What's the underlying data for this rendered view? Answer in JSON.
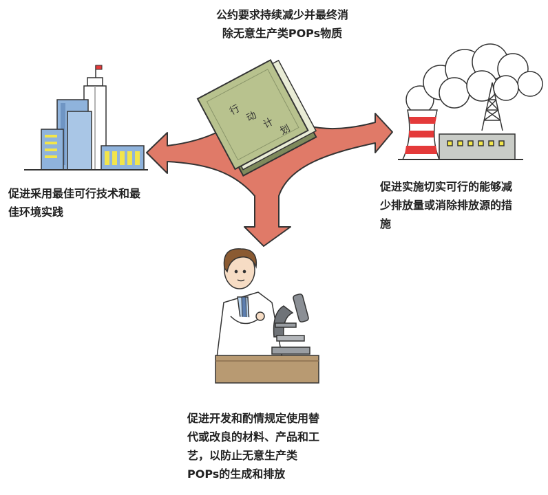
{
  "captions": {
    "top": "公约要求持续减少并最终消\n除无意生产类POPs物质",
    "left": "促进采用最佳可行技术和最\n佳环境实践",
    "right": "促进实施切实可行的能够减\n少排放量或消除排放源的措\n施",
    "bottom": "促进开发和酌情规定使用替\n代或改良的材料、产品和工\n艺，以防止无意生产类\nPOPs的生成和排放"
  },
  "book": {
    "title_chars": [
      "行",
      "动",
      "计",
      "划"
    ]
  },
  "colors": {
    "arrow_fill": "#e07a68",
    "arrow_stroke": "#333333",
    "book_cover": "#b8c28e",
    "book_page": "#e9ecd6",
    "chimney_red": "#e43a3a",
    "building_blue": "#8fb3dc",
    "window_yellow": "#f2e54b"
  }
}
